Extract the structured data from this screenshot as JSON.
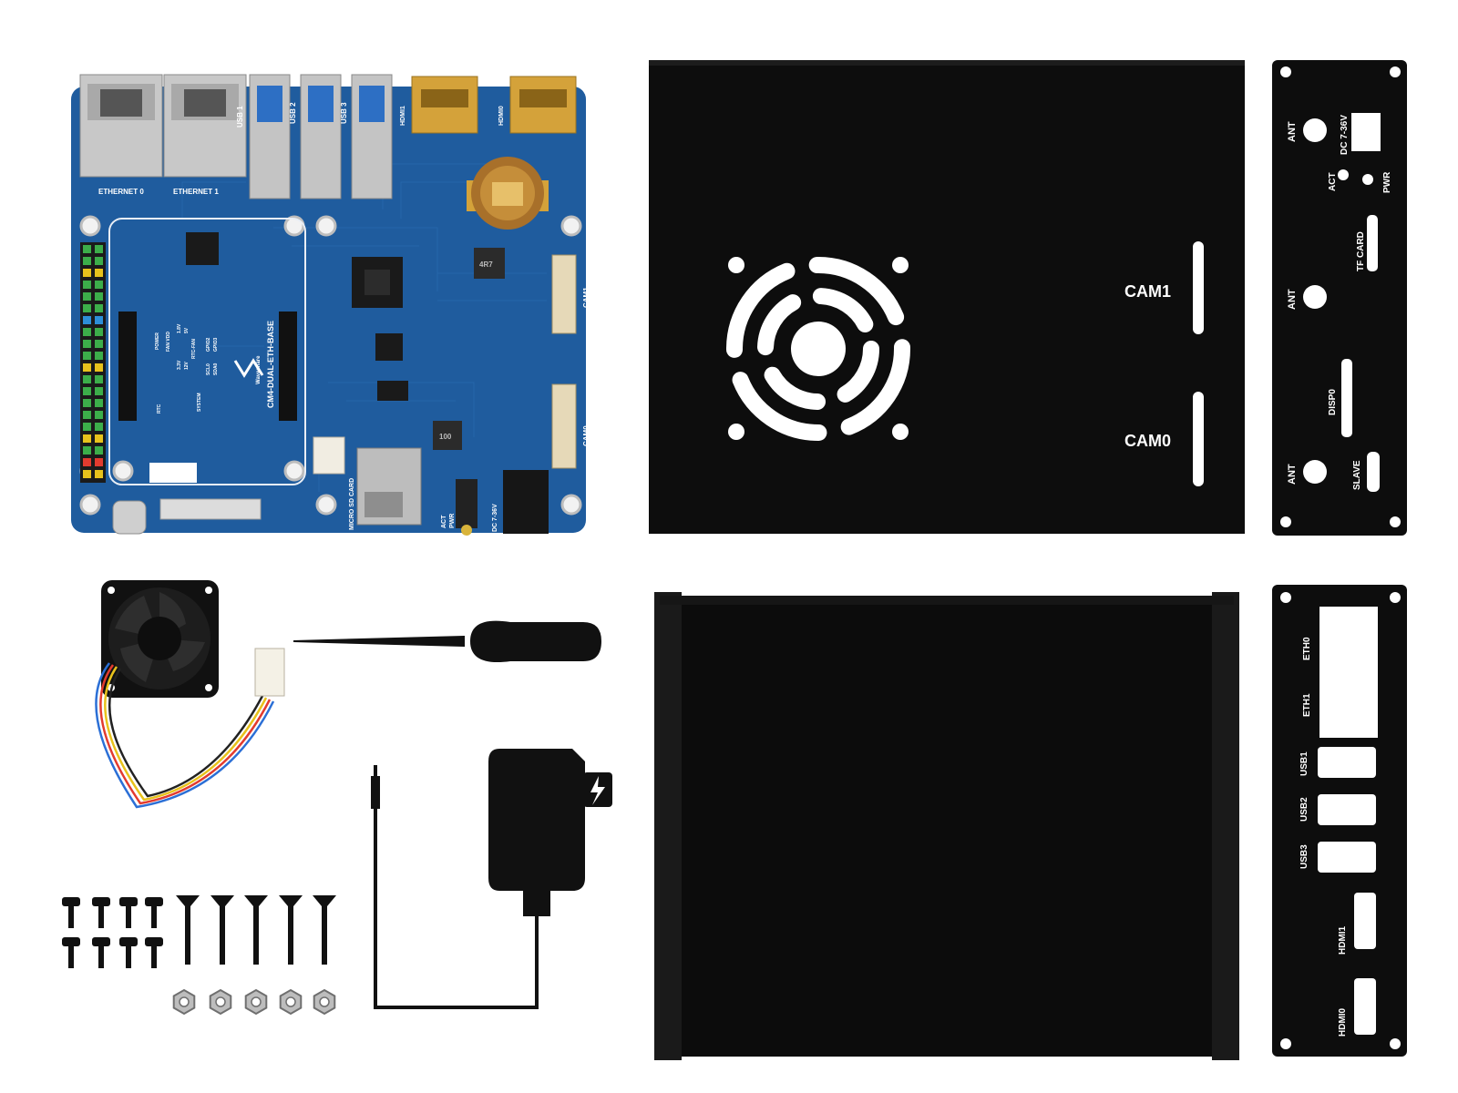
{
  "board": {
    "model": "CM4-DUAL-ETH-BASE",
    "brand": "Waveshare",
    "ethernet_0": "ETHERNET 0",
    "ethernet_1": "ETHERNET 1",
    "usb_1": "USB 1",
    "usb_2": "USB 2",
    "usb_3": "USB 3",
    "hdmi_1": "HDMI1",
    "hdmi_0": "HDMI0",
    "cam_1": "CAM1",
    "cam_0": "CAM0",
    "micro_sd": "MICRO SD CARD",
    "act": "ACT",
    "pwr": "PWR",
    "dc": "DC 7-36V",
    "power": "POWER",
    "fan_vdd": "FAN VDD",
    "rtc_fan": "RTC-FAN",
    "rtc": "RTC",
    "system": "SYSTEM",
    "v33": "3.3V",
    "v12": "12V",
    "v18": "1.8V",
    "v5": "5V",
    "gpio2": "GPIO2",
    "gpio3": "GPIO3",
    "scl0": "SCL0",
    "sda0": "SDA0",
    "chip_4r7": "4R7",
    "chip_100": "100"
  },
  "top_cover": {
    "cam_1": "CAM1",
    "cam_0": "CAM0"
  },
  "front_panel": {
    "ant_1": "ANT",
    "ant_2": "ANT",
    "ant_3": "ANT",
    "dc": "DC 7-36V",
    "act": "ACT",
    "pwr": "PWR",
    "tf_card": "TF CARD",
    "disp0": "DISP0",
    "slave": "SLAVE"
  },
  "rear_panel": {
    "eth0": "ETH0",
    "eth1": "ETH1",
    "usb1": "USB1",
    "usb2": "USB2",
    "usb3": "USB3",
    "hdmi1": "HDMI1",
    "hdmi0": "HDMI0"
  },
  "colors": {
    "pcb": "#1f5c9e",
    "pcb_dark": "#174a82",
    "case": "#0d0d0d",
    "case_edge": "#1c1c1c",
    "gold": "#d4a23a",
    "silver": "#c9c9c9",
    "pin_green": "#3cae4a",
    "pin_yellow": "#e8c21c"
  },
  "icons": {
    "charger_bolt": "lightning-bolt-icon"
  }
}
